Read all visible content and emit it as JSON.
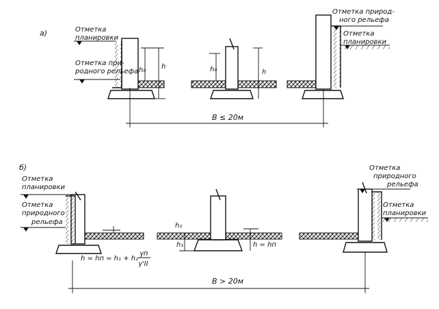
{
  "panel_a": {
    "label": "а)",
    "left_top_label_1": "Отметка",
    "left_top_label_2": "планировки",
    "left_bottom_label_1": "Отметка при-",
    "left_bottom_label_2": "родного рельефа",
    "right_top_label_1": "Отметка природ-",
    "right_top_label_2": "ного рельефа",
    "right_bottom_label_1": "Отметка",
    "right_bottom_label_2": "планировки",
    "h0_left": "h₀",
    "h_left": "h",
    "h0_mid": "h₀",
    "h_mid": "h",
    "span": "B ≤ 20м"
  },
  "panel_b": {
    "label": "б)",
    "left_top_label_1": "Отметка",
    "left_top_label_2": "планировки",
    "left_bottom_label_1": "Отметка",
    "left_bottom_label_2": "природного",
    "left_bottom_label_3": "рельефа",
    "right_top_label_1": "Отметка",
    "right_top_label_2": "природного",
    "right_top_label_3": "рельефа",
    "right_bottom_label_1": "Отметка",
    "right_bottom_label_2": "планировки",
    "h2": "h₂",
    "h1": "h₁",
    "h_eq_hn": "h = hп",
    "formula_left": "h = hп = h₁ + h₂",
    "formula_num": "γп",
    "formula_den": "γ'II",
    "span": "B > 20м"
  }
}
